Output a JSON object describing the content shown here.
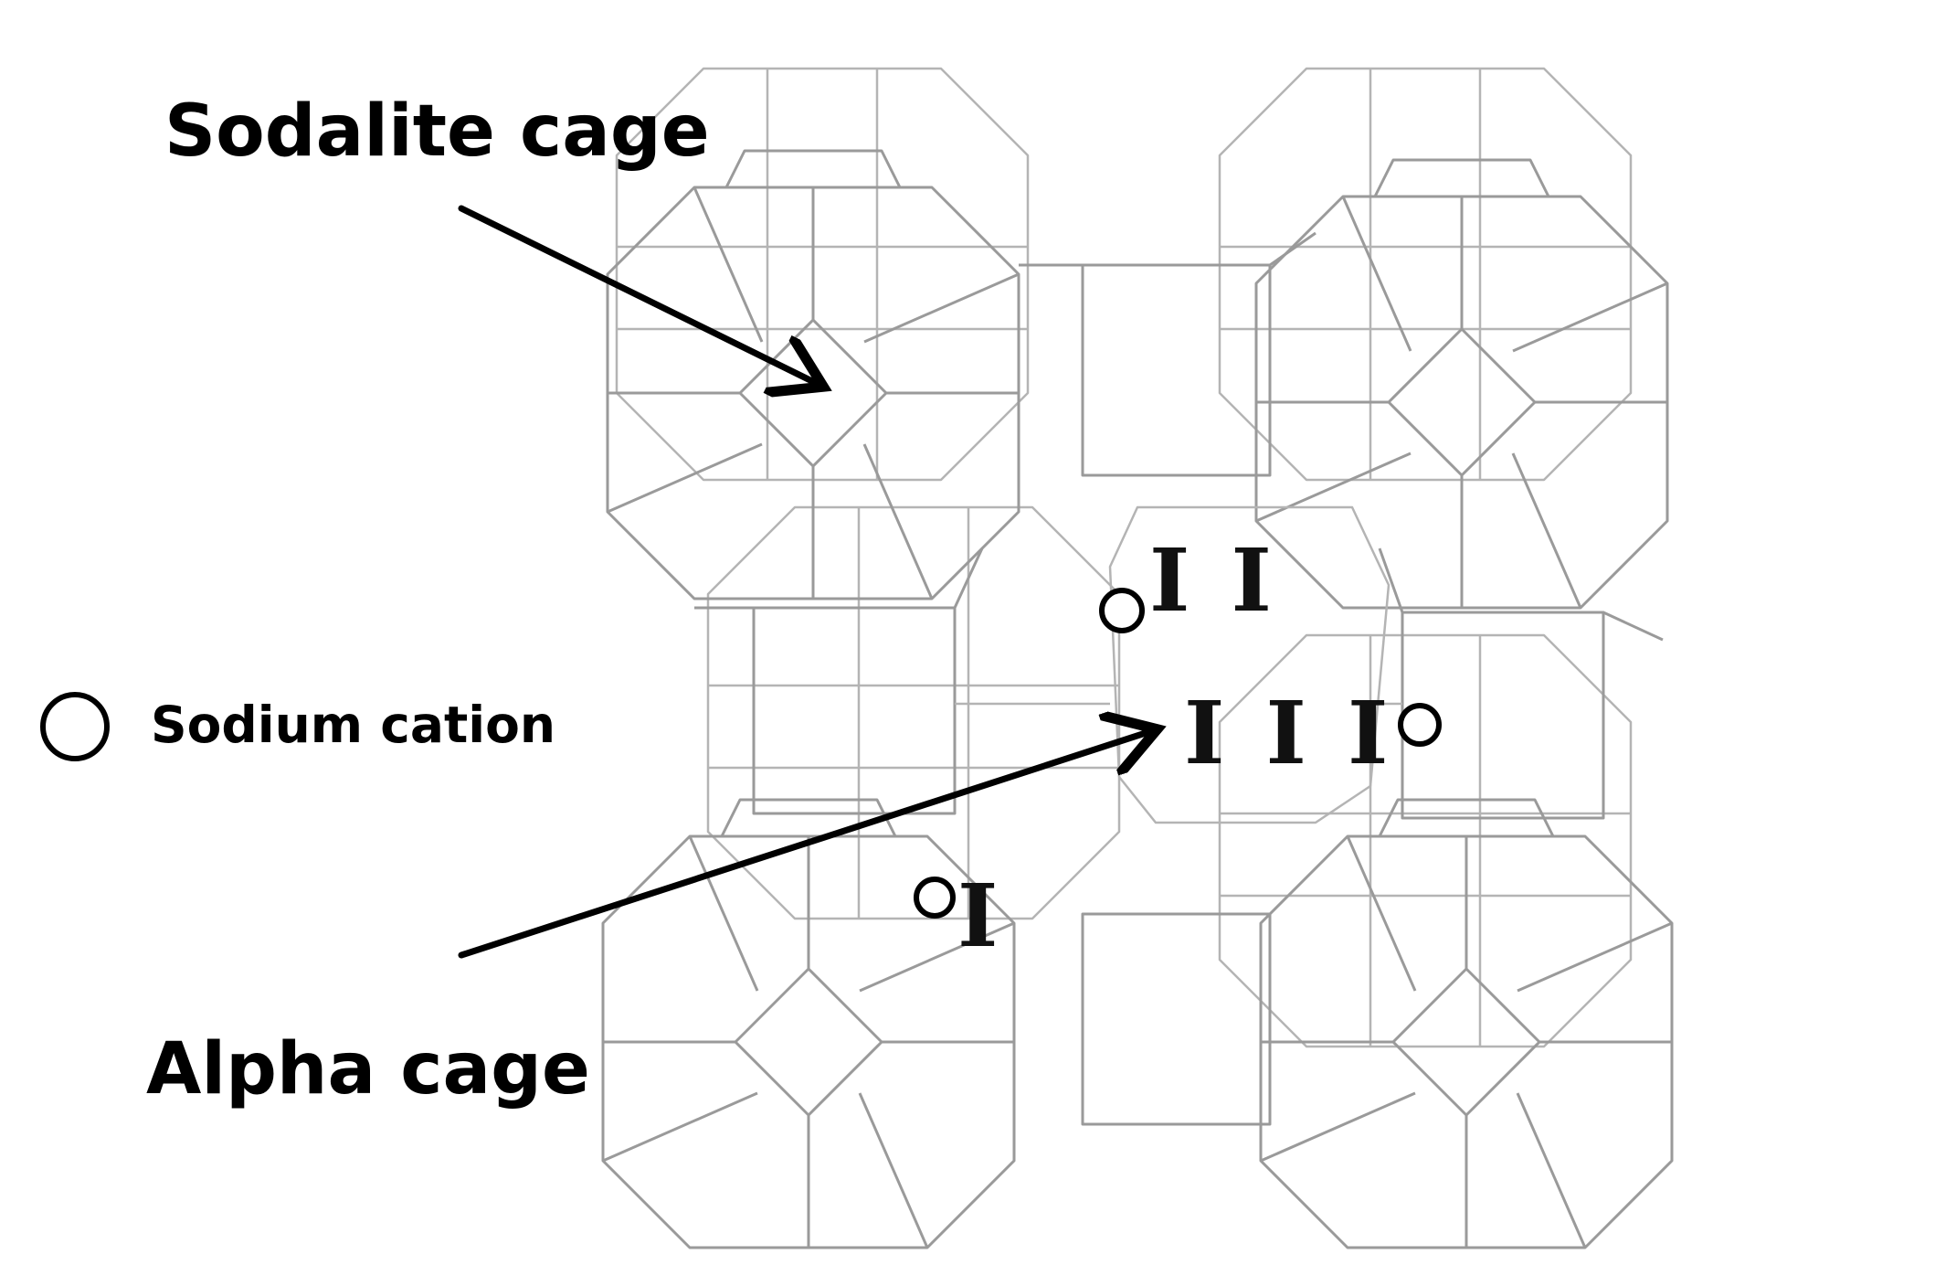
{
  "labels": {
    "sodalite_cage": "Sodalite cage",
    "alpha_cage": "Alpha cage",
    "sodium_cation": "Sodium cation"
  },
  "sites": {
    "site_1": "I",
    "site_2": "I I",
    "site_3": "I I I"
  },
  "colors": {
    "framework": "#9a9a9a",
    "text": "#000000",
    "arrow": "#000000"
  }
}
